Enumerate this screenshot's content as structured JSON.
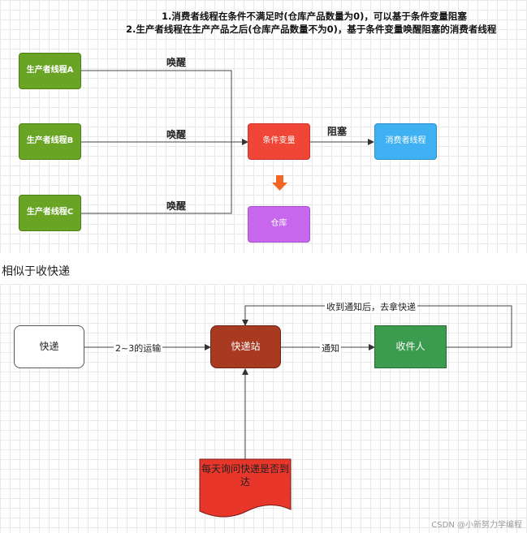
{
  "notes": [
    "1.消费者线程在条件不满足时(仓库产品数量为0)，可以基于条件变量阻塞",
    "2.生产者线程在生产产品之后(仓库产品数量不为0)，基于条件变量唤醒阻塞的消费者线程"
  ],
  "top_diagram": {
    "producers": [
      "生产者线程A",
      "生产者线程B",
      "生产者线程C"
    ],
    "wake_label": "唤醒",
    "condition_var": "条件变量",
    "block_label": "阻塞",
    "consumer": "消费者线程",
    "warehouse": "仓库",
    "arrow_color": "#f26522"
  },
  "section_title": "相似于收快递",
  "bottom_diagram": {
    "parcel": "快递",
    "transport_label": "2~3的运输",
    "station": "快递站",
    "notify_label": "通知",
    "recipient": "收件人",
    "feedback_label": "收到通知后，去拿快递",
    "daily_query": "每天询问快递是否到达"
  },
  "watermark": "CSDN @小新努力学编程",
  "colors": {
    "producer": "#6aa424",
    "condition_var": "#f04637",
    "consumer": "#3fb1f2",
    "warehouse": "#c667ee",
    "station": "#a83a22",
    "recipient": "#3b9b4e",
    "query_doc": "#e8362b"
  }
}
